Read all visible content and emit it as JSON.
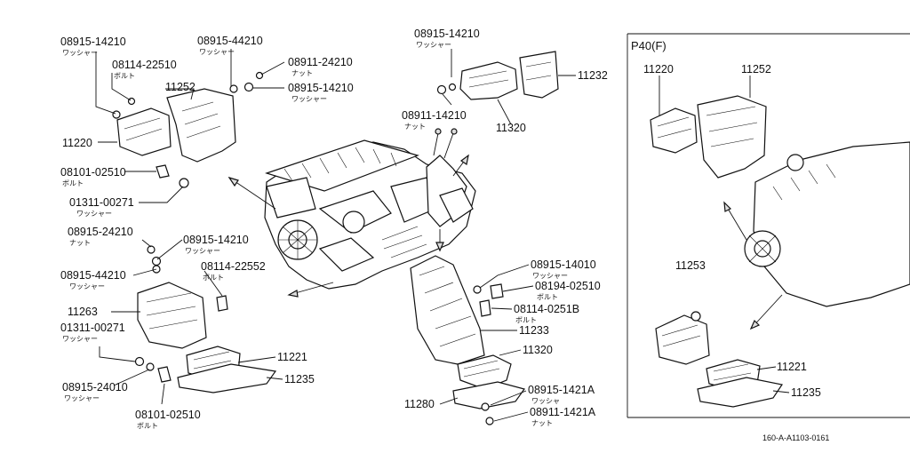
{
  "labels": {
    "l1": {
      "pn": "08915-14210",
      "sub": "ワッシャー"
    },
    "l2": {
      "pn": "08114-22510",
      "sub": "ボルト"
    },
    "l3": {
      "pn": "11252"
    },
    "l4": {
      "pn": "11220"
    },
    "l5": {
      "pn": "08101-02510",
      "sub": "ボルト"
    },
    "l6": {
      "pn": "01311-00271",
      "sub": "ワッシャー"
    },
    "l7": {
      "pn": "08915-44210",
      "sub": "ワッシャー"
    },
    "l8": {
      "pn": "08911-24210",
      "sub": "ナット"
    },
    "l9": {
      "pn": "08915-14210",
      "sub": "ワッシャー"
    },
    "l10": {
      "pn": "08915-14210",
      "sub": "ワッシャー"
    },
    "l11": {
      "pn": "11232"
    },
    "l12": {
      "pn": "08911-14210",
      "sub": "ナット"
    },
    "l13": {
      "pn": "11320"
    },
    "l14": {
      "pn": "08915-24210",
      "sub": "ナット"
    },
    "l15": {
      "pn": "08915-14210",
      "sub": "ワッシャー"
    },
    "l16": {
      "pn": "08915-44210",
      "sub": "ワッシャー"
    },
    "l17": {
      "pn": "08114-22552",
      "sub": "ボルト"
    },
    "l18": {
      "pn": "11263"
    },
    "l19": {
      "pn": "01311-00271",
      "sub": "ワッシャー"
    },
    "l20": {
      "pn": "11221"
    },
    "l21": {
      "pn": "11235"
    },
    "l22": {
      "pn": "08915-24010",
      "sub": "ワッシャー"
    },
    "l23": {
      "pn": "08101-02510",
      "sub": "ボルト"
    },
    "l24": {
      "pn": "08915-14010",
      "sub": "ワッシャー"
    },
    "l25": {
      "pn": "08194-02510",
      "sub": "ボルト"
    },
    "l26": {
      "pn": "08114-0251B",
      "sub": "ボルト"
    },
    "l27": {
      "pn": "11233"
    },
    "l28": {
      "pn": "11320"
    },
    "l29": {
      "pn": "11280"
    },
    "l30": {
      "pn": "08915-1421A",
      "sub": "ワッシャ"
    },
    "l31": {
      "pn": "08911-1421A",
      "sub": "ナット"
    }
  },
  "inset": {
    "title": "P40(F)",
    "labels": {
      "i1": {
        "pn": "11220"
      },
      "i2": {
        "pn": "11252"
      },
      "i3": {
        "pn": "11253"
      },
      "i4": {
        "pn": "11221"
      },
      "i5": {
        "pn": "11235"
      }
    }
  },
  "footer": {
    "ref": "160-A-A1103-0161"
  }
}
